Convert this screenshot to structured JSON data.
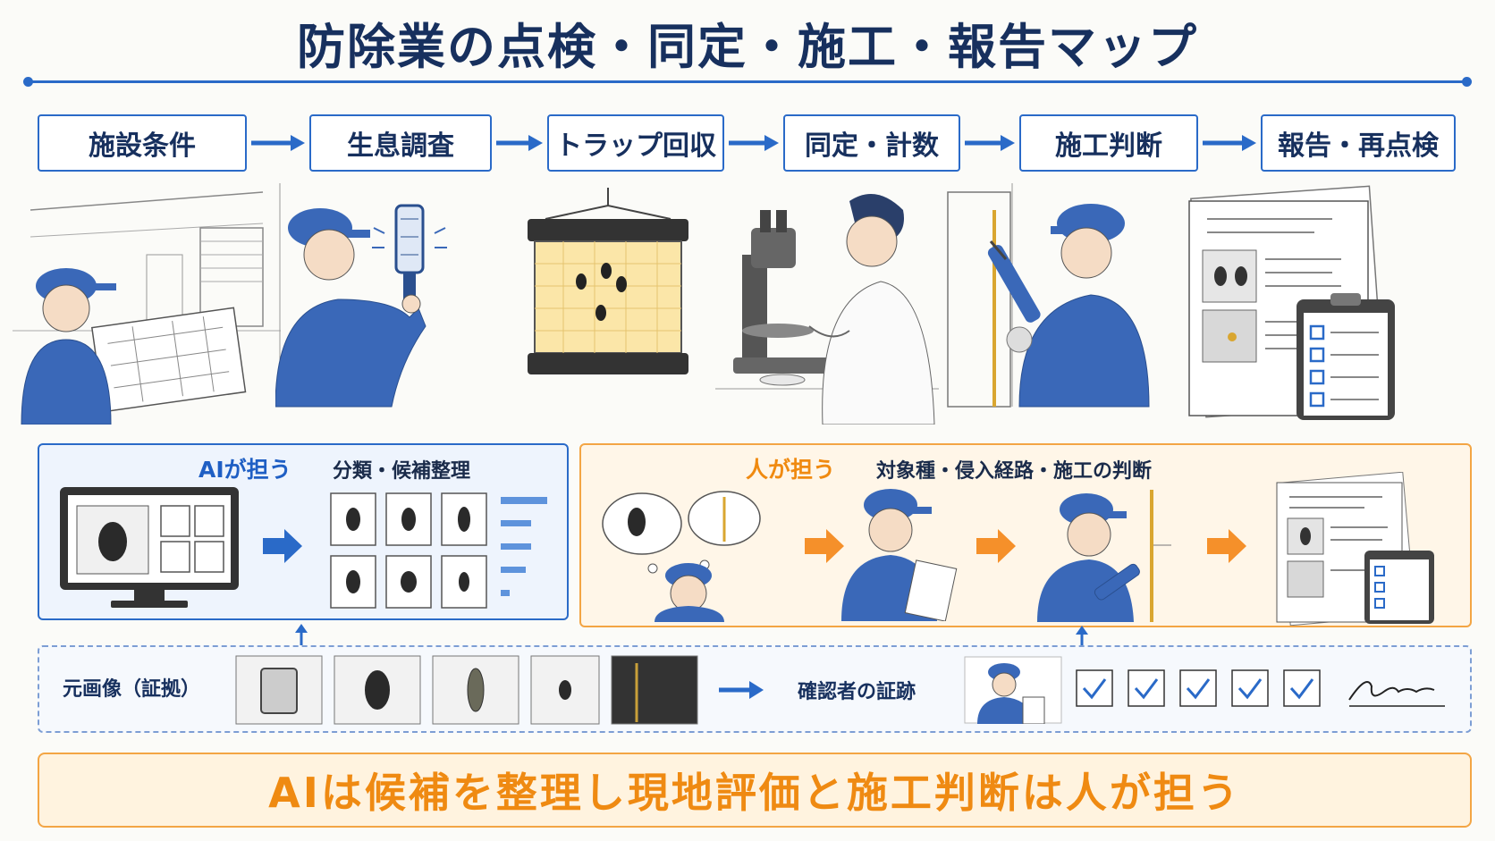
{
  "title": "防除業の点検・同定・施工・報告マップ",
  "steps": [
    "施設条件",
    "生息調査",
    "トラップ回収",
    "同定・計数",
    "施工判断",
    "報告・再点検"
  ],
  "ai_section": {
    "label": "AIが担う",
    "description": "分類・候補整理"
  },
  "human_section": {
    "label": "人が担う",
    "description": "対象種・侵入経路・施工の判断"
  },
  "evidence": {
    "source_label": "元画像（証拠）",
    "confirmer_label": "確認者の証跡"
  },
  "bottom_message": "AIは候補を整理し現地評価と施工判断は人が担う",
  "colors": {
    "primary_blue": "#2a6ac8",
    "navy": "#17305e",
    "accent_orange": "#f3a544"
  }
}
